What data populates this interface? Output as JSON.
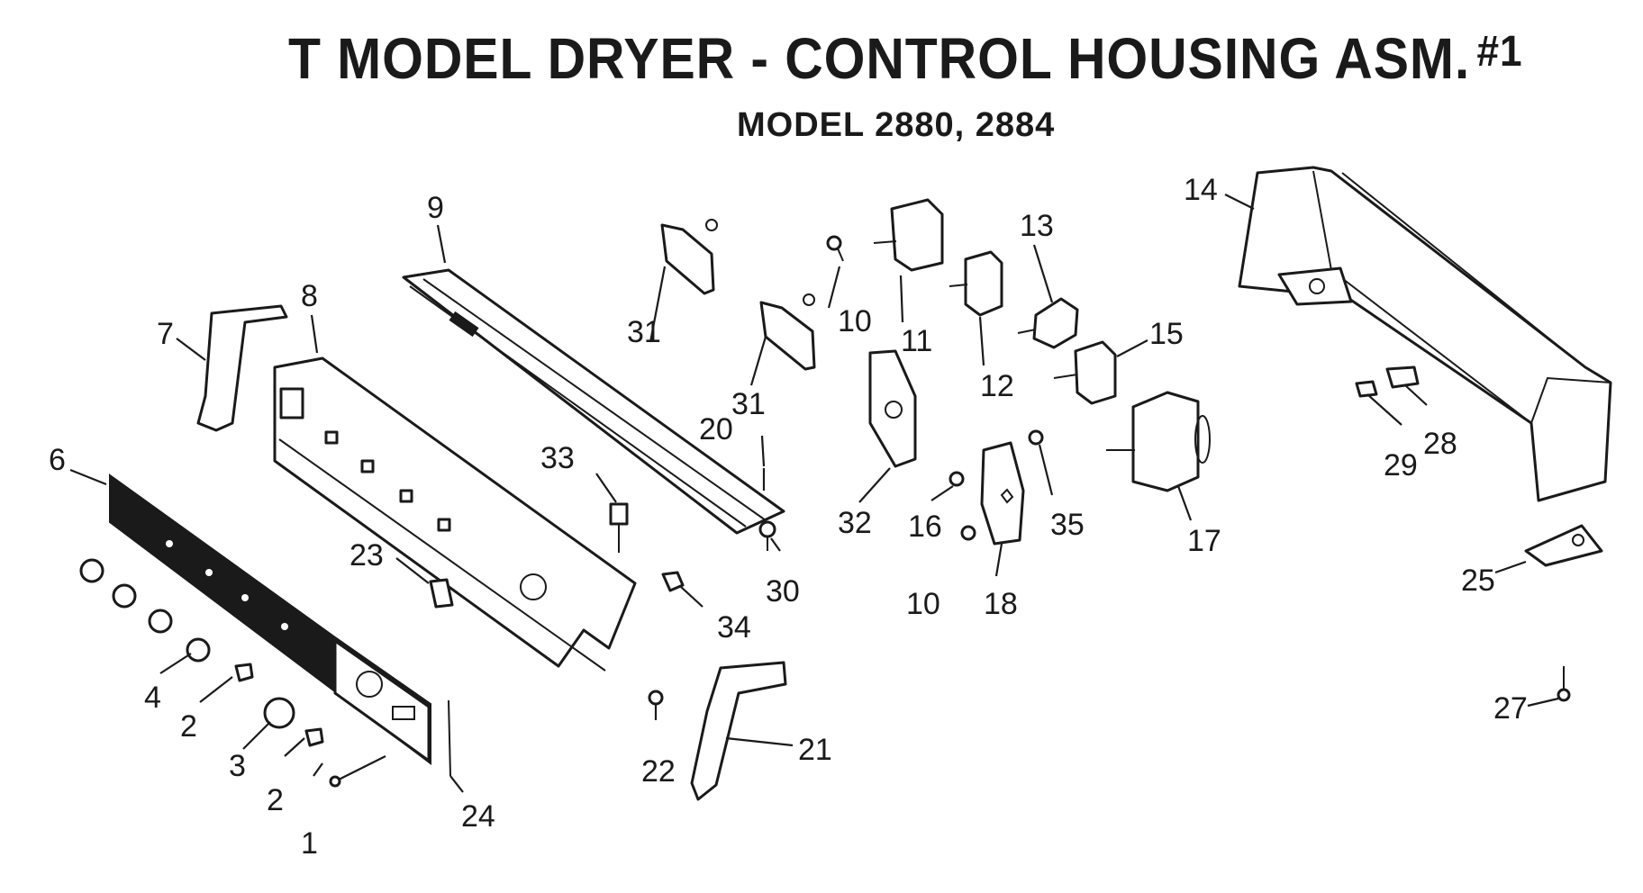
{
  "header": {
    "title": "T  MODEL DRYER - CONTROL HOUSING ASM.",
    "title_suffix": "#1",
    "subtitle": "MODEL 2880,  2884"
  },
  "callouts": {
    "c1": "1",
    "c2a": "2",
    "c2b": "2",
    "c3": "3",
    "c4": "4",
    "c6": "6",
    "c7": "7",
    "c8": "8",
    "c9": "9",
    "c10a": "10",
    "c10b": "10",
    "c11": "11",
    "c12": "12",
    "c13": "13",
    "c14": "14",
    "c15": "15",
    "c16": "16",
    "c17": "17",
    "c18": "18",
    "c20": "20",
    "c21": "21",
    "c22": "22",
    "c23": "23",
    "c24": "24",
    "c25": "25",
    "c27": "27",
    "c28": "28",
    "c29": "29",
    "c30": "30",
    "c31a": "31",
    "c31b": "31",
    "c32": "32",
    "c33": "33",
    "c34": "34",
    "c35": "35"
  },
  "colors": {
    "ink": "#1a1a1a",
    "paper": "#ffffff"
  }
}
